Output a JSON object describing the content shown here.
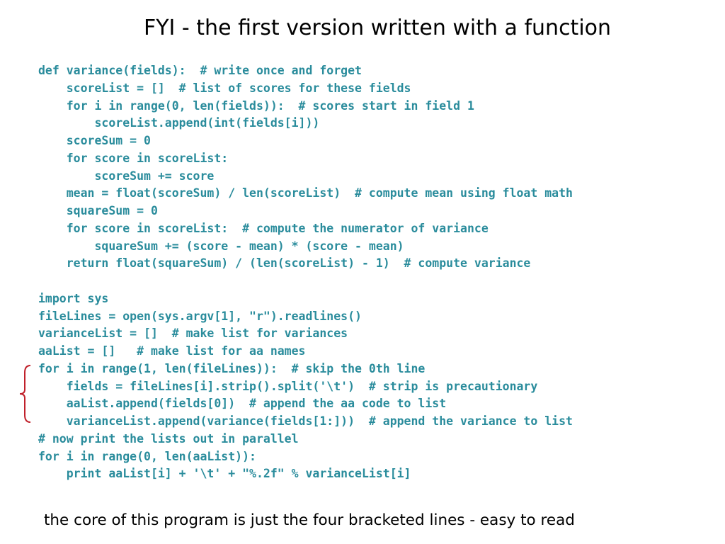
{
  "slide": {
    "title": "FYI - the first version written with a function",
    "caption": "the core of this program is just the four bracketed lines - easy to read"
  },
  "code": {
    "lines": [
      "def variance(fields):  # write once and forget",
      "    scoreList = []  # list of scores for these fields",
      "    for i in range(0, len(fields)):  # scores start in field 1",
      "        scoreList.append(int(fields[i]))",
      "    scoreSum = 0",
      "    for score in scoreList:",
      "        scoreSum += score",
      "    mean = float(scoreSum) / len(scoreList)  # compute mean using float math",
      "    squareSum = 0",
      "    for score in scoreList:  # compute the numerator of variance",
      "        squareSum += (score - mean) * (score - mean)",
      "    return float(squareSum) / (len(scoreList) - 1)  # compute variance",
      "",
      "import sys",
      "fileLines = open(sys.argv[1], \"r\").readlines()",
      "varianceList = []  # make list for variances",
      "aaList = []   # make list for aa names",
      "for i in range(1, len(fileLines)):  # skip the 0th line",
      "    fields = fileLines[i].strip().split('\\t')  # strip is precautionary",
      "    aaList.append(fields[0])  # append the aa code to list",
      "    varianceList.append(variance(fields[1:]))  # append the variance to list",
      "# now print the lists out in parallel",
      "for i in range(0, len(aaList)):",
      "    print aaList[i] + '\\t' + \"%.2f\" % varianceList[i]"
    ]
  },
  "colors": {
    "code_text": "#2a8c9c",
    "bracket": "#c0202a",
    "title_text": "#000000",
    "background": "#ffffff"
  }
}
